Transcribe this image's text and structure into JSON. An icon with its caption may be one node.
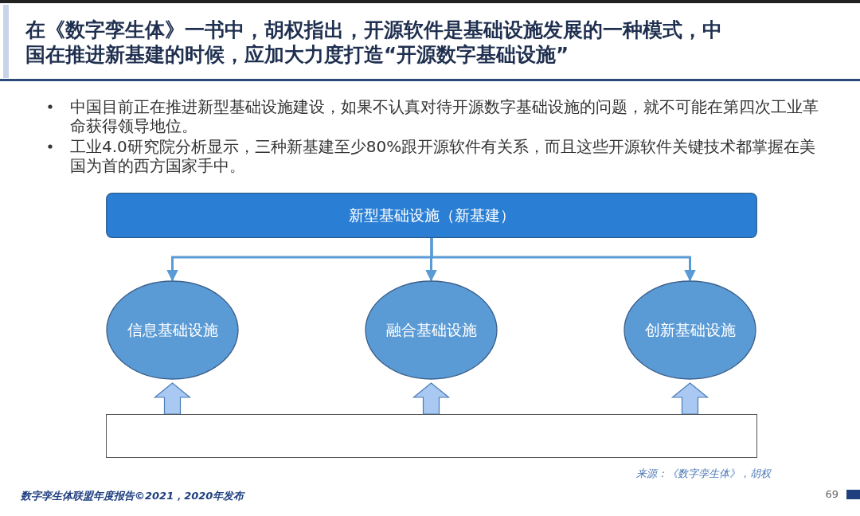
{
  "diagram": {
    "title": "在《数字孪生体》一书中，胡权指出，开源软件是基础设施发展的一种模式，中国在推进新基建的时候，应加大力度打造“开源数字基础设施”",
    "nodes": [
      {
        "text": [
          "新型基础设施（新基建）"
        ]
      },
      {
        "text": [
          "信息基础设施"
        ]
      },
      {
        "text": [
          "融合基础设施"
        ]
      },
      {
        "text": [
          "创新基础设施"
        ]
      },
      {
        "text": [],
        "shape": "box"
      }
    ],
    "edges": [
      {
        "from": 0,
        "to": 1,
        "arrow": "to"
      },
      {
        "from": 0,
        "to": 2,
        "arrow": "to"
      },
      {
        "from": 0,
        "to": 3,
        "arrow": "to"
      },
      {
        "from": 4,
        "to": 1,
        "arrow": "to",
        "style": "thick",
        "color": "#a9c9f2"
      },
      {
        "from": 4,
        "to": 2,
        "arrow": "to",
        "style": "thick",
        "color": "#a9c9f2"
      },
      {
        "from": 4,
        "to": 3,
        "arrow": "to",
        "style": "thick",
        "color": "#a9c9f2"
      }
    ],
    "labels": [
      "中国目前正在推进新型基础设施建设，如果不认真对待开源数字基础设施的问题，就不可能在第四次工业革命获得领导地位。",
      "工业4.0研究院分析显示，三种新基建至少80%跟开源软件有关系，而且这些开源软件关键技术都掌握在美国为首的西方国家手中。",
      "来源：《数字孪生体》，胡权",
      "数字孪生体联盟年度报告©2021，2020年发布",
      "69"
    ]
  }
}
